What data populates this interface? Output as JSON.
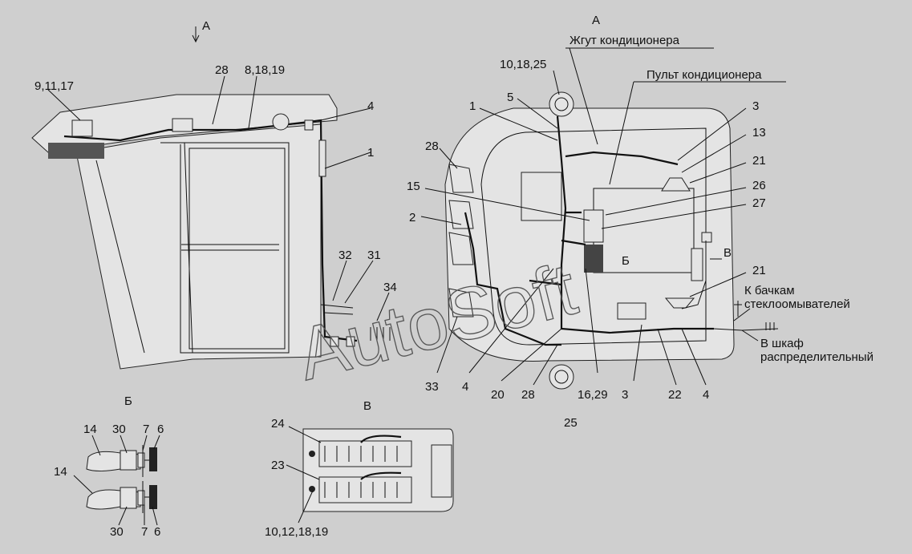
{
  "watermark": "AutoSoft",
  "view_titles": {
    "a_arrow": "А",
    "a_main": "А",
    "b": "Б",
    "v": "В",
    "b_inset": "Б",
    "v_inset": "В"
  },
  "annotations": {
    "conditioner_harness": "Жгут кондиционера",
    "conditioner_panel": "Пульт кондиционера",
    "washer_tanks_line1": "К бачкам",
    "washer_tanks_line2": "стеклоомывателей",
    "distribution_cabinet_line1": "В шкаф",
    "distribution_cabinet_line2": "распределительный"
  },
  "callouts": {
    "left_9_11_17": "9,11,17",
    "left_28": "28",
    "left_8_18_19": "8,18,19",
    "left_4": "4",
    "left_1": "1",
    "left_32": "32",
    "left_31": "31",
    "left_34": "34",
    "c_10_18_25": "10,18,25",
    "c_5": "5",
    "c_1": "1",
    "c_28a": "28",
    "c_15": "15",
    "c_2": "2",
    "c_3top": "3",
    "c_13": "13",
    "c_21top": "21",
    "c_26": "26",
    "c_27": "27",
    "c_21bot": "21",
    "c_33": "33",
    "c_4a": "4",
    "c_20": "20",
    "c_28b": "28",
    "c_16_29": "16,29",
    "c_3bot": "3",
    "c_22": "22",
    "c_4b": "4",
    "c_25": "25",
    "b_14a": "14",
    "b_30a": "30",
    "b_7a": "7",
    "b_6a": "6",
    "b_14b": "14",
    "b_30b": "30",
    "b_7b": "7",
    "b_6b": "6",
    "v_24": "24",
    "v_23": "23",
    "v_10_12_18_19": "10,12,18,19"
  }
}
